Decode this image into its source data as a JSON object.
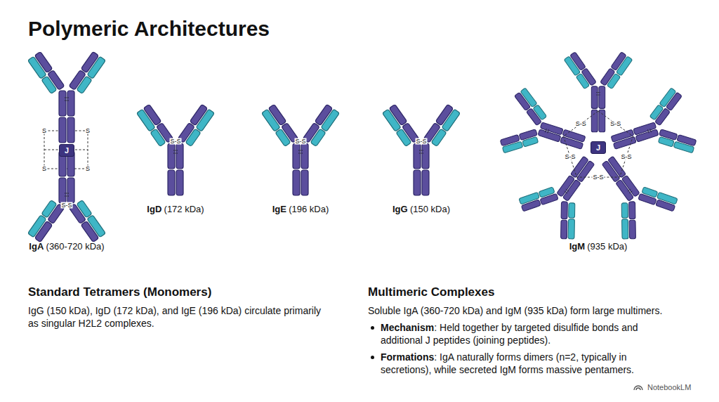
{
  "diagram": {
    "title": "Polymeric Architectures",
    "nodes": [
      {
        "text": [
          "J"
        ]
      },
      {
        "text": [
          "J"
        ]
      }
    ],
    "labels": [
      "IgA",
      "(360-720 kDa)",
      "IgD",
      "(172 kDa)",
      "IgE",
      "(196 kDa)",
      "IgG",
      "(150 kDa)",
      "IgM",
      "(935 kDa)",
      "S",
      "S",
      "S",
      "S",
      "S-S",
      "S-S",
      "S-S",
      "S-S",
      "S-S",
      "S-S",
      "S-S",
      "S-S",
      "S-S",
      "Standard Tetramers (Monomers)",
      "IgG (150 kDa), IgD (172 kDa), and IgE (196 kDa) circulate primarily as singular H2L2 complexes.",
      "Multimeric Complexes",
      "Soluble IgA (360-720 kDa) and IgM (935 kDa) form large multimers.",
      "Mechanism",
      ": Held together by targeted disulfide bonds and additional J peptides (joining peptides).",
      "Formations",
      ": IgA naturally forms dimers (n=2, typically in secretions), while secreted IgM forms massive pentamers.",
      "NotebookLM"
    ]
  }
}
